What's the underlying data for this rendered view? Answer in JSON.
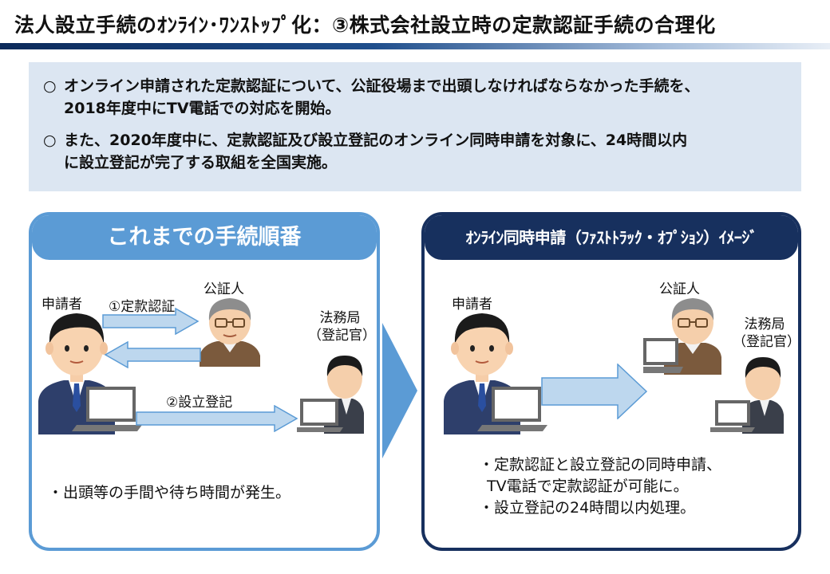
{
  "header": {
    "title": "法人設立手続のｵﾝﾗｲﾝ･ﾜﾝｽﾄｯﾌﾟ化：③株式会社設立時の定款認証手続の合理化"
  },
  "summary": {
    "bullet_mark": "○",
    "item1_line1": "オンライン申請された定款認証について、公証役場まで出頭しなければならなかった手続を、",
    "item1_line2": "2018年度中にTV電話での対応を開始。",
    "item2_line1": "また、2020年度中に、定款認証及び設立登記のオンライン同時申請を対象に、24時間以内",
    "item2_line2": "に設立登記が完了する取組を全国実施。"
  },
  "left_panel": {
    "heading": "これまでの手続順番",
    "applicant_label": "申請者",
    "notary_label": "公証人",
    "bureau_label_1": "法務局",
    "bureau_label_2": "（登記官）",
    "step1_label": "①定款認証",
    "step2_label": "②設立登記",
    "note": "・出頭等の手間や待ち時間が発生。"
  },
  "right_panel": {
    "heading": "ｵﾝﾗｲﾝ同時申請（ﾌｧｽﾄﾄﾗｯｸ・ｵﾌﾟｼｮﾝ）ｲﾒｰｼﾞ",
    "applicant_label": "申請者",
    "notary_label": "公証人",
    "bureau_label_1": "法務局",
    "bureau_label_2": "（登記官）",
    "note_line1": "・定款認証と設立登記の同時申請、",
    "note_line2": "TV電話で定款認証が可能に。",
    "note_line3": "・設立登記の24時間以内処理。"
  },
  "colors": {
    "accent_light": "#5b9bd5",
    "accent_dark": "#17305e",
    "summary_bg": "#dce6f2"
  }
}
